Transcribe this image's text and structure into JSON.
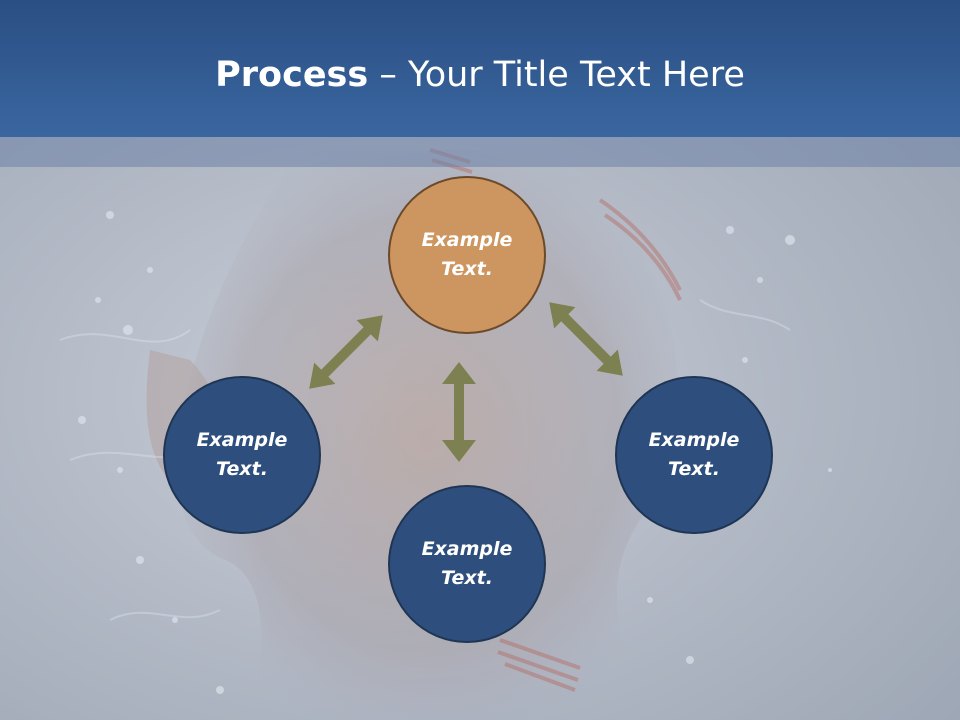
{
  "slide": {
    "title_bold": "Process",
    "title_rest": " – Your Title Text Here"
  },
  "diagram": {
    "nodes": [
      {
        "id": "top",
        "label": "Example Text.",
        "color": "#cd955f"
      },
      {
        "id": "left",
        "label": "Example Text.",
        "color": "#2e4f7d"
      },
      {
        "id": "right",
        "label": "Example Text.",
        "color": "#2e4f7d"
      },
      {
        "id": "bottom",
        "label": "Example Text.",
        "color": "#2e4f7d"
      }
    ],
    "arrow_color": "#7d8050"
  }
}
